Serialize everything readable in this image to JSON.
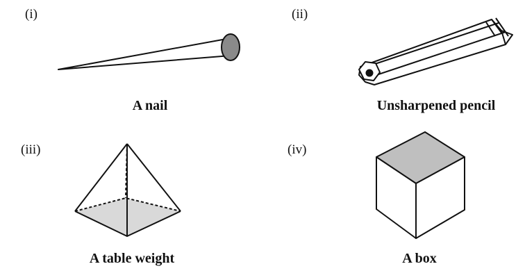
{
  "panels": [
    {
      "id": "nail",
      "label": "(i)",
      "caption": "A nail"
    },
    {
      "id": "pencil",
      "label": "(ii)",
      "caption": "Unsharpened pencil"
    },
    {
      "id": "table-weight",
      "label": "(iii)",
      "caption": "A table weight"
    },
    {
      "id": "box",
      "label": "(iv)",
      "caption": "A box"
    }
  ],
  "colors": {
    "stroke": "#111111",
    "nail_head": "#8a8a8a",
    "base_fill": "#d9d9d9",
    "box_top": "#bfbfbf",
    "background": "#ffffff"
  },
  "icons": [
    "nail-icon",
    "pencil-icon",
    "pyramid-icon",
    "cube-icon"
  ]
}
